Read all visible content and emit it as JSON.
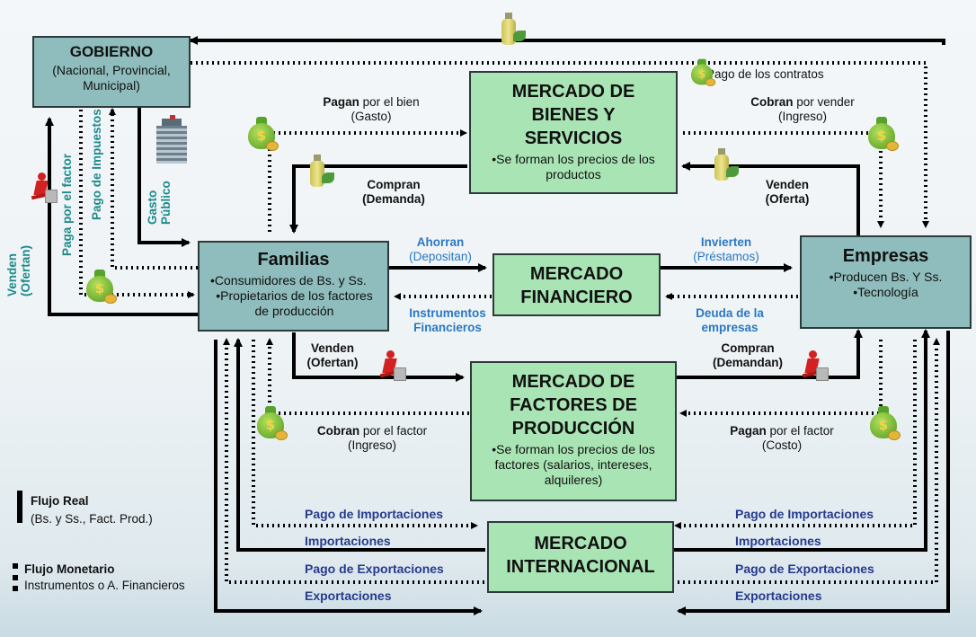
{
  "boxes": {
    "gobierno": {
      "title": "GOBIERNO",
      "sub": "(Nacional, Provincial, Municipal)"
    },
    "mercado_bienes": {
      "title": "MERCADO DE BIENES Y SERVICIOS",
      "sub": "•Se forman los precios de los productos"
    },
    "familias": {
      "title": "Familias",
      "line1": "•Consumidores de Bs. y Ss.",
      "line2": "•Propietarios de los factores de producción"
    },
    "mercado_financiero": {
      "title": "MERCADO FINANCIERO"
    },
    "empresas": {
      "title": "Empresas",
      "line1": "•Producen Bs. Y Ss.",
      "line2": "•Tecnología"
    },
    "mercado_factores": {
      "title": "MERCADO DE FACTORES DE PRODUCCIÓN",
      "sub": "•Se forman los precios de los factores (salarios, intereses, alquileres)"
    },
    "mercado_internacional": {
      "title": "MERCADO INTERNACIONAL"
    }
  },
  "labels": {
    "pago_contratos": "Pago de los contratos",
    "pagan_bold": "Pagan",
    "pagan_rest": "por el bien",
    "gasto": "(Gasto)",
    "cobran_bold": "Cobran",
    "cobran_rest": "por vender",
    "ingreso": "(Ingreso)",
    "compran_demanda_1": "Compran",
    "compran_demanda_2": "(Demanda)",
    "venden_oferta_1": "Venden",
    "venden_oferta_2": "(Oferta)",
    "ahorran_1": "Ahorran",
    "ahorran_2": "(Depositan)",
    "invierten_1": "Invierten",
    "invierten_2": "(Préstamos)",
    "instrumentos_1": "Instrumentos",
    "instrumentos_2": "Financieros",
    "deuda_1": "Deuda de la",
    "deuda_2": "empresas",
    "venden_ofertan_1": "Venden",
    "venden_ofertan_2": "(Ofertan)",
    "compran_demandan_1": "Compran",
    "compran_demandan_2": "(Demandan)",
    "cobran_factor_bold": "Cobran",
    "cobran_factor_rest": "por el factor",
    "ingreso_2": "(Ingreso)",
    "pagan_factor_bold": "Pagan",
    "pagan_factor_rest": "por el factor",
    "costo": "(Costo)",
    "pago_importaciones_left": "Pago de Importaciones",
    "importaciones_left": "Importaciones",
    "pago_exportaciones_left": "Pago de Exportaciones",
    "exportaciones_left": "Exportaciones",
    "pago_importaciones_right": "Pago de Importaciones",
    "importaciones_right": "Importaciones",
    "pago_exportaciones_right": "Pago de Exportaciones",
    "exportaciones_right": "Exportaciones",
    "venden_ofertan_vert_1": "Venden",
    "venden_ofertan_vert_2": "(Ofertan)",
    "paga_por_el_factor": "Paga por el factor",
    "pago_de_impuestos": "Pago de Impuestos",
    "gasto_publico_1": "Gasto",
    "gasto_publico_2": "Público"
  },
  "legend": {
    "real_title": "Flujo Real",
    "real_sub": "(Bs. y Ss., Fact. Prod.)",
    "monetario_title": "Flujo Monetario",
    "monetario_sub": "Instrumentos o A. Financieros"
  },
  "colors": {
    "teal_box": "#8fbcbc",
    "green_box": "#a9e5b4",
    "blue_text": "#2a78c4",
    "navy_text": "#253a8e",
    "teal_text": "#1e8a8a"
  },
  "icons": [
    "money-bag-icon",
    "bottle-icon",
    "worker-icon",
    "building-icon"
  ]
}
